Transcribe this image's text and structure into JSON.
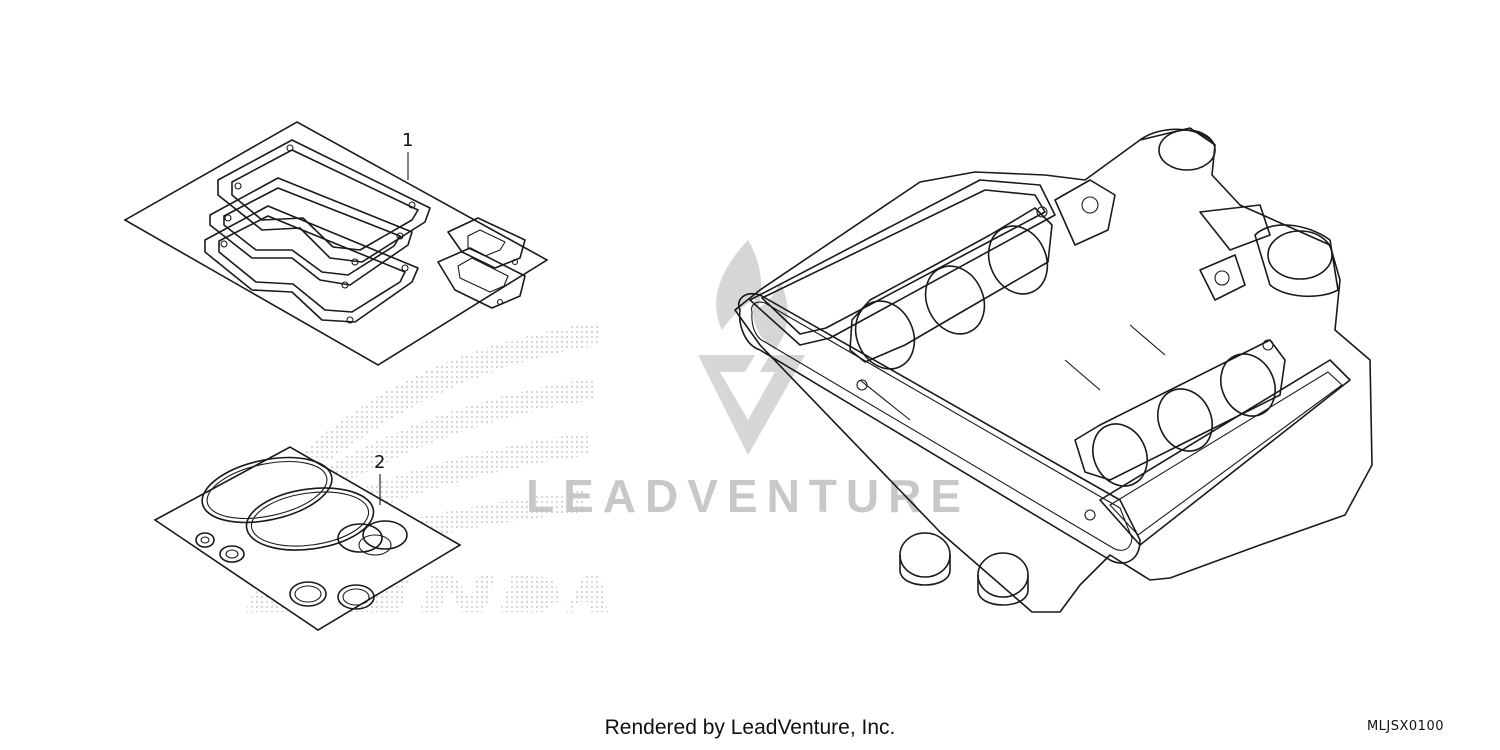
{
  "diagram": {
    "callouts": [
      {
        "id": 1,
        "label": "1"
      },
      {
        "id": 2,
        "label": "2"
      }
    ],
    "watermark": {
      "brand_text": "LEADVENTURE"
    },
    "caption": "Rendered by LeadVenture, Inc.",
    "figure_code": "MLJSX0100"
  }
}
